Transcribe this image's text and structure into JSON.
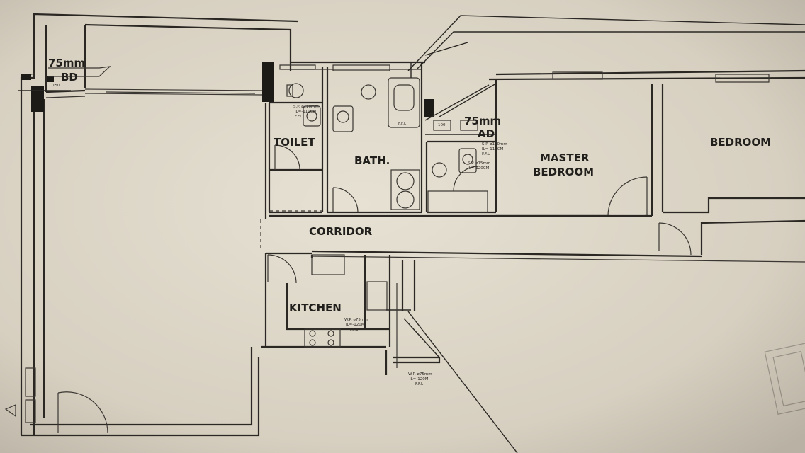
{
  "rooms": {
    "toilet": "TOILET",
    "bath": "BATH.",
    "master_line1": "MASTER",
    "master_line2": "BEDROOM",
    "bedroom": "BEDROOM",
    "corridor": "CORRIDOR",
    "kitchen": "KITCHEN"
  },
  "drains": {
    "fd_size": "75mm",
    "fd_code": "BD",
    "ad_size": "75mm",
    "ad_code": "AD"
  },
  "notes": {
    "toilet_sp": "S.P. ø110mm",
    "toilet_il": "IL=-110CM",
    "toilet_ffl": "F.FL",
    "bath_ffl": "F.F.L",
    "ad_sp": "S.P. ø110mm",
    "ad_il": "IL=-110CM",
    "ad_ffl": "F.F.L",
    "ad_sp2": "S.P. ø75mm",
    "ad_il2": "IL=-120CM",
    "kitchen_sp": "W.P. ø75mm",
    "kitchen_il": "IL=-120M",
    "kitchen_ffl": "F.F.L",
    "shaft_sp": "W.P. ø75mm",
    "shaft_il": "IL=-120M",
    "shaft_ffl": "F.F.L",
    "dim_100": "100",
    "dim_150": "150"
  }
}
